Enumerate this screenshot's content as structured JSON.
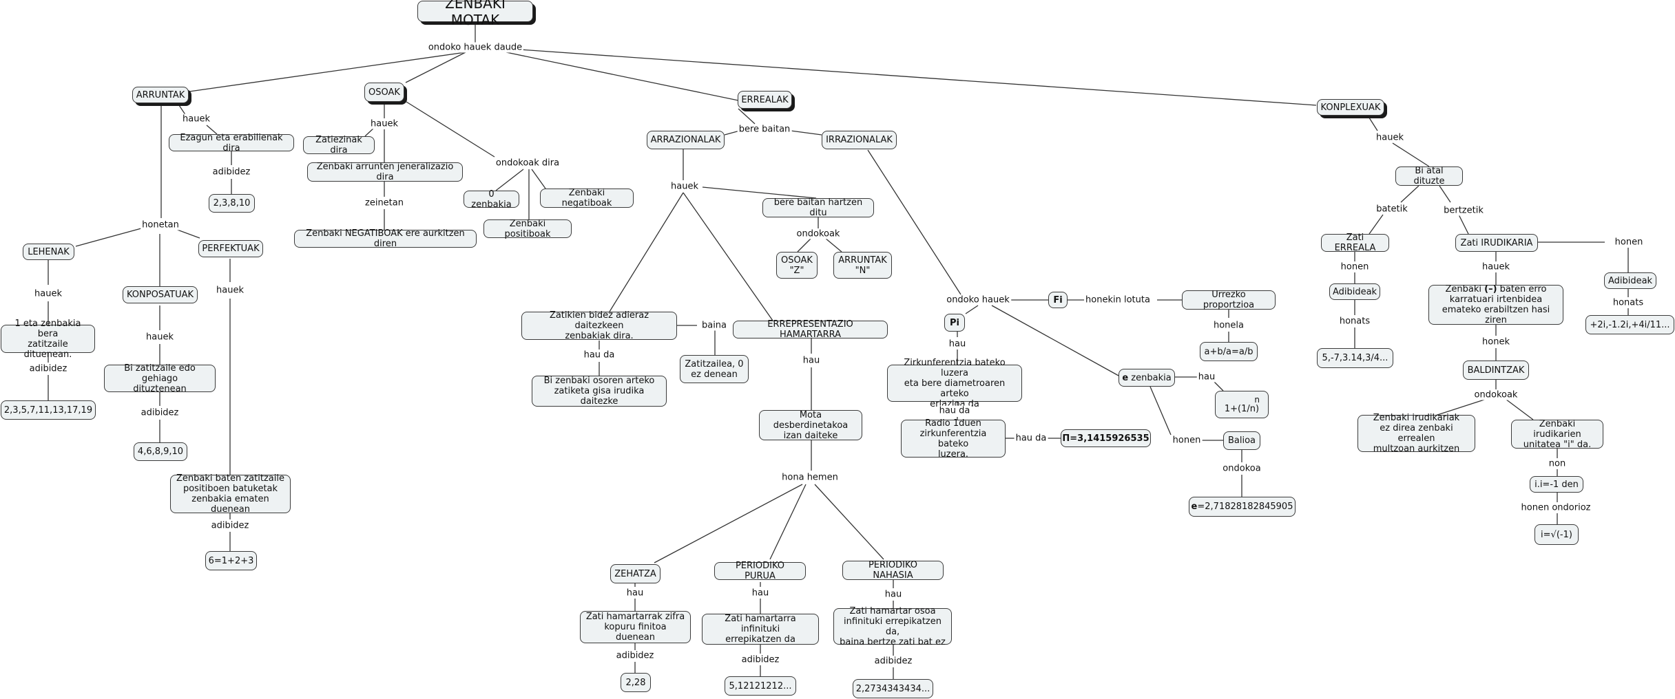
{
  "root": "ZENBAKI MOTAK",
  "links": {
    "ondoko": "ondoko hauek daude",
    "hauek_arr": "hauek",
    "adibidez_arr": "adibidez",
    "honetan": "honetan",
    "hauek_leh": "hauek",
    "adibidez_leh": "adibidez",
    "hauek_kon": "hauek",
    "adibidez_kon": "adibidez",
    "hauek_per": "hauek",
    "adibidez_per": "adibidez",
    "hauek_oso": "hauek",
    "zeinetan": "zeinetan",
    "ondokoak_dira": "ondokoak dira",
    "bere_baitan": "bere baitan",
    "hauek_arraz": "hauek",
    "ondokoak_arraz": "ondokoak",
    "baina": "baina",
    "hau_da_arraz": "hau da",
    "hau_erre": "hau",
    "hona_hemen": "hona hemen",
    "hau_zeh": "hau",
    "adibidez_zeh": "adibidez",
    "hau_pp": "hau",
    "adibidez_pp": "adibidez",
    "hau_pn": "hau",
    "adibidez_pn": "adibidez",
    "ondoko_hauek_irr": "ondoko hauek",
    "honekin_lotuta": "honekin lotuta",
    "honela": "honela",
    "hau_pi": "hau",
    "hau_da_pi": "hau da",
    "hau_da_radio": "hau da",
    "hau_e": "hau",
    "honen_e": "honen",
    "ondokoa_e": "ondokoa",
    "hauek_konp": "hauek",
    "batetik": "batetik",
    "bertzetik": "bertzetik",
    "honen_zati": "honen",
    "honats_zati": "honats",
    "honen_irud": "honen",
    "honats_irud": "honats",
    "hauek_irud": "hauek",
    "honek": "honek",
    "ondokoak_bald": "ondokoak",
    "non": "non",
    "honen_ondorioz": "honen ondorioz"
  },
  "nodes": {
    "arruntak": "ARRUNTAK",
    "osoak": "OSOAK",
    "errealak": "ERREALAK",
    "konplexuak": "KONPLEXUAK",
    "ezagun": "Ezagun eta erabilienak dira",
    "ex_arr": "2,3,8,10",
    "lehenak": "LEHENAK",
    "konposatuak": "KONPOSATUAK",
    "perfektuak": "PERFEKTUAK",
    "leh_desc": "1 eta zenbakia bera\nzatitzaile dituenean.",
    "leh_ex": "2,3,5,7,11,13,17,19",
    "kon_desc": "Bi zatitzaile edo gehiago\ndituztenean",
    "kon_ex": "4,6,8,9,10",
    "per_desc": "Zenbaki baten zatitzaile\npositiboen batuketak\nzenbakia ematen duenean",
    "per_ex": "6=1+2+3",
    "zatiezinak": "Zatiezinak dira",
    "zenb_arr_jen": "Zenbaki arrunten jeneralizazio dira",
    "negatiboak_aurk": "Zenbaki NEGATIBOAK ere aurkitzen diren",
    "zero": "0 zenbakia",
    "negatiboak": "Zenbaki negatiboak",
    "positiboak": "Zenbaki positiboak",
    "arrazionalak": "ARRAZIONALAK",
    "irrazionalak": "IRRAZIONALAK",
    "bere_baitan_hartzen": "bere baitan hartzen ditu",
    "osoak_z": "OSOAK\n\"Z\"",
    "arruntak_n": "ARRUNTAK\n\"N\"",
    "zatikien": "Zatikien bidez adieraz daitezkeen\nzenbakiak dira.",
    "zatitzailea": "Zatitzailea, 0\nez denean",
    "bi_zenbaki": "Bi zenbaki osoren arteko\nzatiketa gisa irudika daitezke",
    "errepresentazio": "ERREPRESENTAZIO HAMARTARRA",
    "mota_desb": "Mota desberdinetakoa\nizan daiteke",
    "zehatza": "ZEHATZA",
    "periodiko_purua": "PERIODIKO PURUA",
    "periodiko_nahasia": "PERIODIKO NAHASIA",
    "zeh_desc": "Zati hamartarrak zifra\nkopuru finitoa duenean",
    "pp_desc": "Zati hamartarra infinituki\nerrepikatzen da",
    "pn_desc": "Zati hamartar osoa\ninfinituki errepikatzen da,\nbaina bertze zati bat ez",
    "zeh_ex": "2,28",
    "pp_ex": "5,12121212...",
    "pn_ex": "2,2734343434...",
    "fi": "Fi",
    "pi": "Pi",
    "urrezko": "Urrezko proportzioa",
    "urrezko_f": "a+b/a=a/b",
    "zirkunf": "Zirkunferentzia bateko luzera\neta bere diametroaren arteko\nerlazioa da",
    "radio": "Radio 1duen\nzirkunferentzia bateko\nluzera.",
    "pi_val_sym": "Π",
    "pi_val_num": "=3,1415926535",
    "e_zenb_b": "e",
    "e_zenb_t": " zenbakia",
    "e_formula_n": "n",
    "e_formula": "1+(1/n)",
    "balioa": "Balioa",
    "e_val_b": "e",
    "e_val_t": "=2,71828182845905",
    "bi_atal": "Bi atal dituzte",
    "zati_errealak": "Zati ERREALA",
    "zati_irud": "Zati IRUDIKARIA",
    "adib_zati": "Adibideak",
    "adib_zati_ex": "5,-7,3.14,3/4...",
    "adib_irud": "Adibideak",
    "adib_irud_ex": "+2i,-1.2i,+4i/11...",
    "irud_desc_1": "Zenbaki ",
    "irud_desc_b": "(–)",
    "irud_desc_2": " baten  erro\nkarratuari irtenbidea\nemateko erabiltzen hasi ziren",
    "baldintzak": "BALDINTZAK",
    "bald_a": "Zenbaki irudikariak\nez direa zenbaki errealen\nmultzoan aurkitzen",
    "bald_b": "Zenbaki irudikarien\nunitatea \"i\" da.",
    "ii": "i.i=-1 den",
    "i_val": "i=√(-1)"
  }
}
